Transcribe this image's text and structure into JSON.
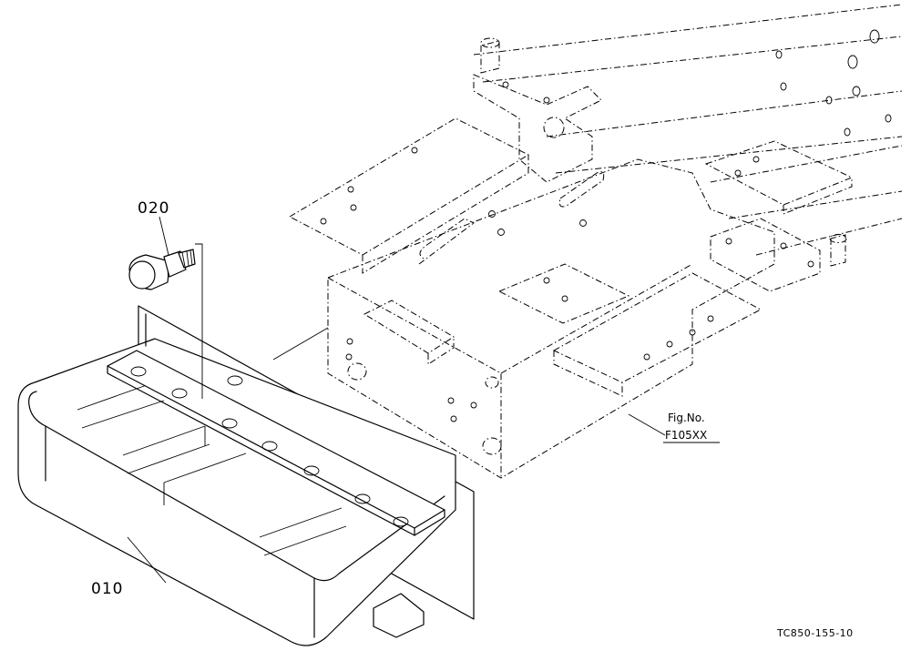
{
  "parts": [
    {
      "number": "010",
      "description_shown": ""
    },
    {
      "number": "020",
      "description_shown": ""
    }
  ],
  "figure_ref": {
    "prefix": "Fig.No.",
    "number": "F105XX"
  },
  "drawing_code": "TC850-155-10",
  "colors": {
    "ink": "#000000",
    "background": "#ffffff"
  }
}
